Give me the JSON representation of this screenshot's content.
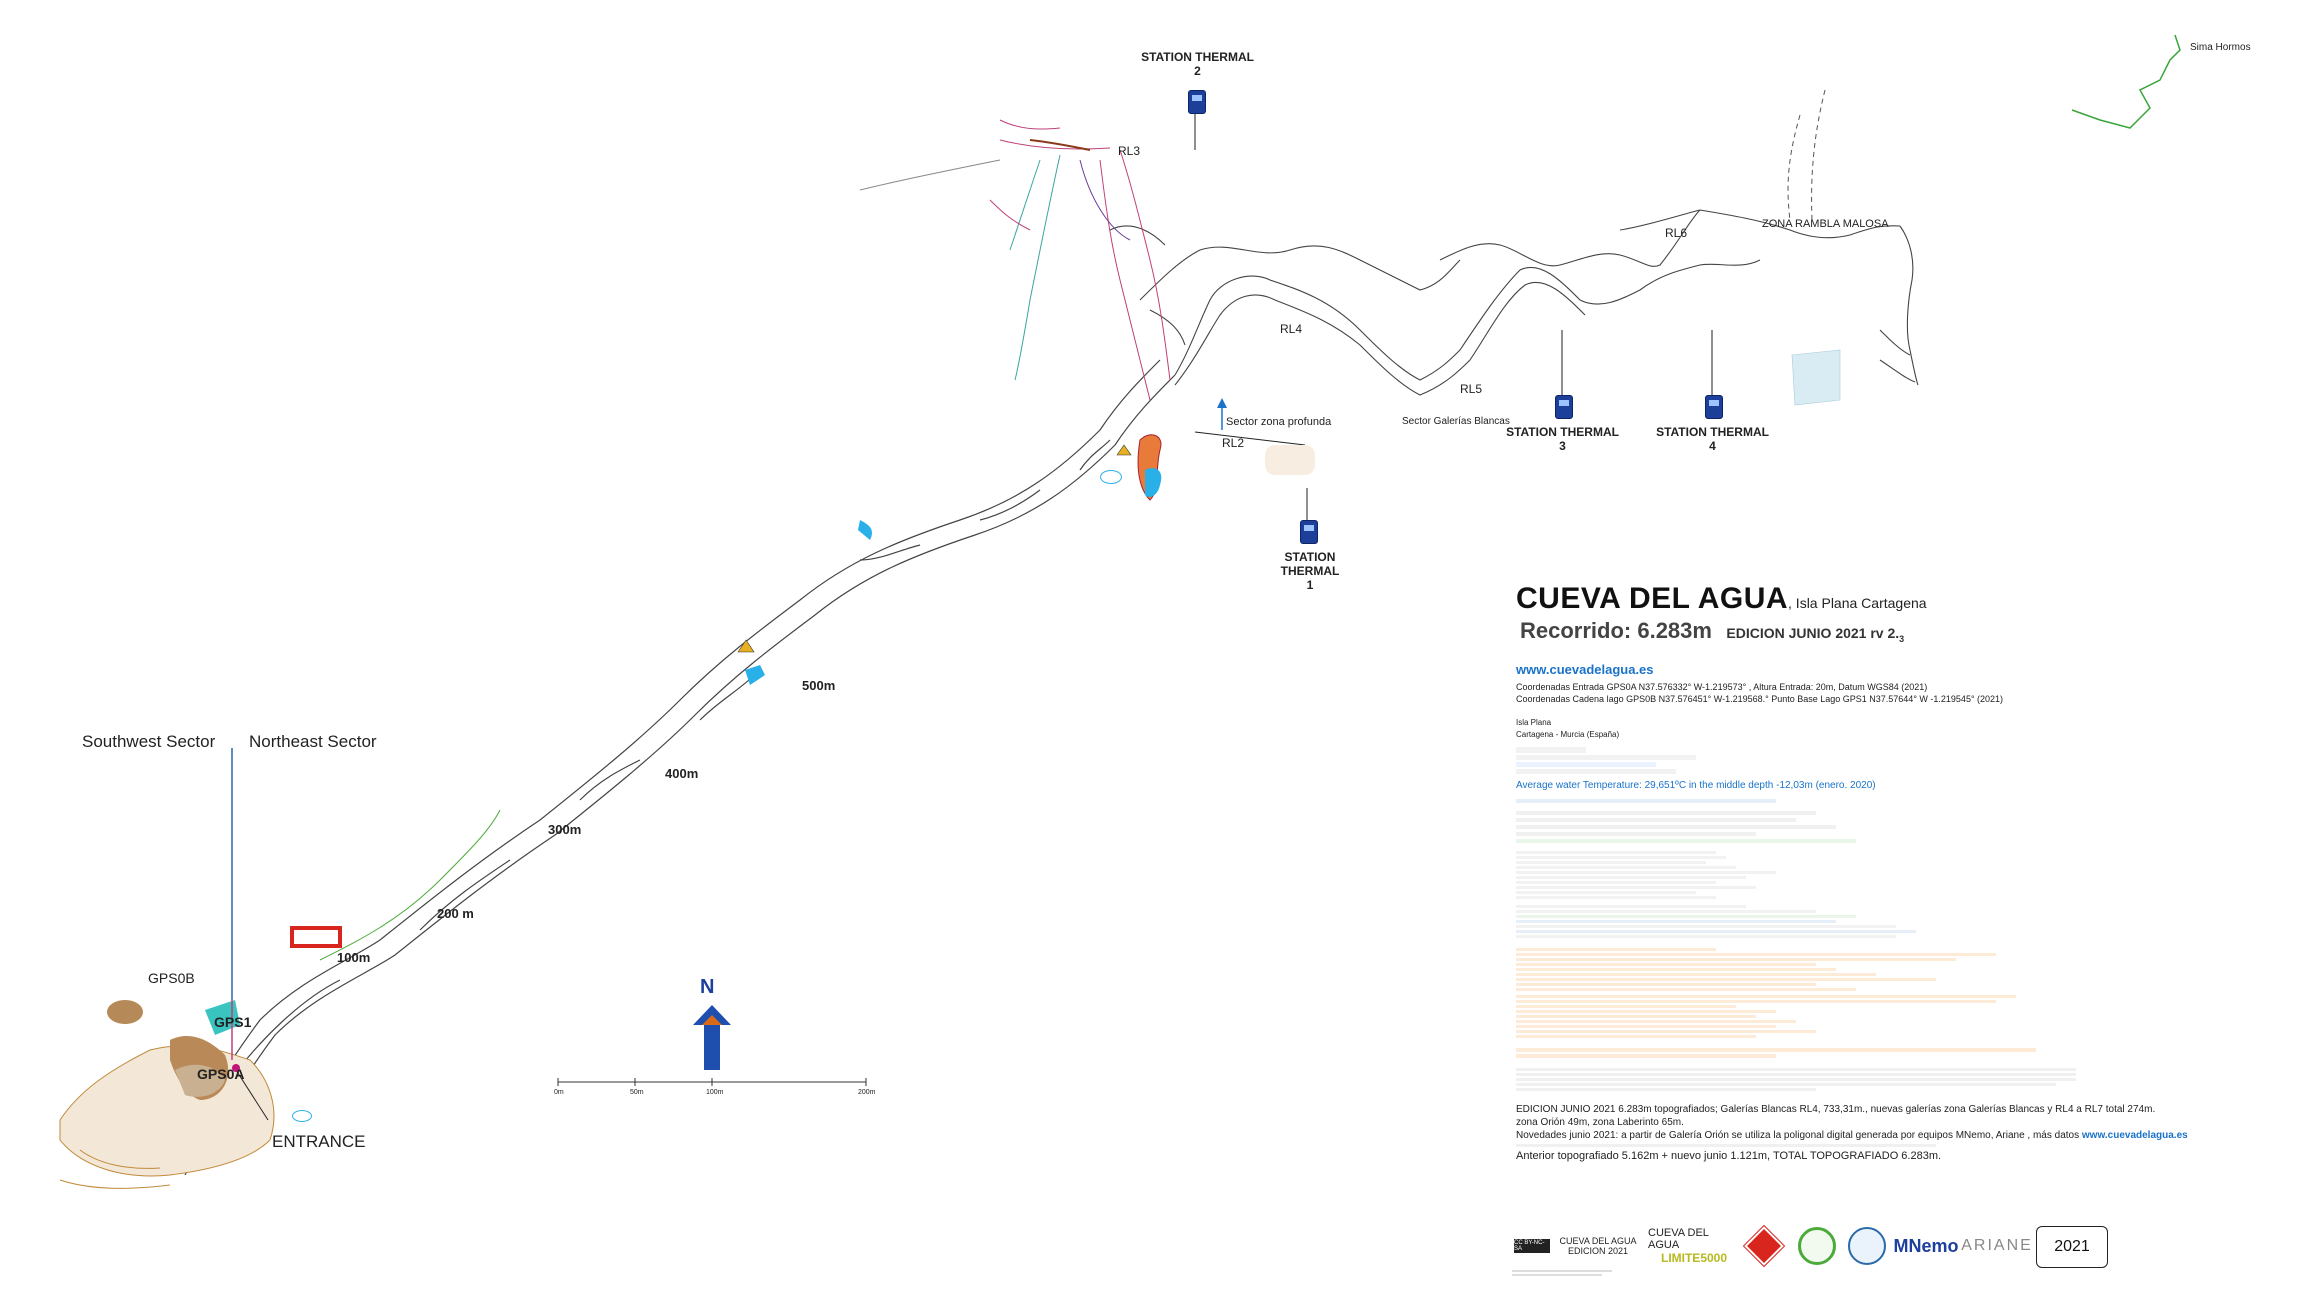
{
  "map": {
    "labels": {
      "station2": "STATION THERMAL\n2",
      "station1": "STATION THERMAL\n1",
      "station3": "STATION THERMAL\n3",
      "station4": "STATION THERMAL\n4",
      "rl3": "RL3",
      "rl2": "RL2",
      "rl4": "RL4",
      "rl5": "RL5",
      "rl6": "RL6",
      "zona_rambla": "ZONA RAMBLA MALOSA",
      "sector_profunda": "Sector zona profunda",
      "sector_galerias": "Sector Galerías Blancas",
      "sima_hormos": "Sima Hormos",
      "southwest": "Southwest Sector",
      "northeast": "Northeast Sector",
      "gps0b": "GPS0B",
      "gps1": "GPS1",
      "gps0a": "GPS0A",
      "entrance": "ENTRANCE",
      "m100": "100m",
      "m200": "200 m",
      "m300": "300m",
      "m400": "400m",
      "m500": "500m",
      "north": "N"
    },
    "scale_ticks": [
      "0m",
      "50m",
      "100m",
      "200m"
    ]
  },
  "legend": {
    "title": "CUEVA DEL AGUA",
    "subtitle": ", Isla Plana Cartagena",
    "recorrido": "Recorrido: 6.283m",
    "edicion": "EDICION JUNIO 2021 rv 2.",
    "edicion_sub": "3",
    "web": "www.cuevadelagua.es",
    "coord1": "Coordenadas Entrada GPS0A N37.576332° W-1.219573° ,  Altura Entrada:  20m, Datum WGS84 (2021)",
    "coord2": "Coordenadas Cadena lago GPS0B N37.576451° W-1.219568.° Punto Base Lago GPS1 N37.57644° W -1.219545° (2021)",
    "place1": "Isla Plana",
    "place2": "Cartagena - Murcia (España)",
    "temp": "Average water Temperature:  29,651ºC in the middle depth -12,03m (enero. 2020)",
    "junio_1": "EDICION JUNIO 2021  6.283m topografiados; Galerías Blancas RL4, 733,31m., nuevas galerías zona Galerías Blancas y RL4 a RL7 total 274m.",
    "junio_2": "zona Orión 49m, zona Laberinto 65m.",
    "novedades": "Novedades junio 2021: a partir de Galería Orión se utiliza la poligonal digital generada por equipos MNemo, Ariane , más datos",
    "novedades_link": "www.cuevadelagua.es",
    "anterior": "Anterior topografiado 5.162m + nuevo junio 1.121m, TOTAL TOPOGRAFIADO 6.283m."
  },
  "logos": {
    "cc": "CC BY-NC-SA",
    "edicion_label_1": "CUEVA DEL AGUA",
    "edicion_label_2": "EDICION 2021",
    "cueva_limite_1": "CUEVA DEL AGUA",
    "cueva_limite_2": "LIMITE5000",
    "mnemo": "MNemo",
    "ariane": "ARIANE",
    "year": "2021"
  },
  "colors": {
    "cave_outline": "#333333",
    "water_blue": "#2ab0e8",
    "accent_red": "#d8261f",
    "north_arrow": "#1e4fae",
    "tan_area": "#c9a77a",
    "sima_green": "#3aa53a",
    "pink_lines": "#c0407a",
    "teal_lines": "#3aa6a0"
  }
}
